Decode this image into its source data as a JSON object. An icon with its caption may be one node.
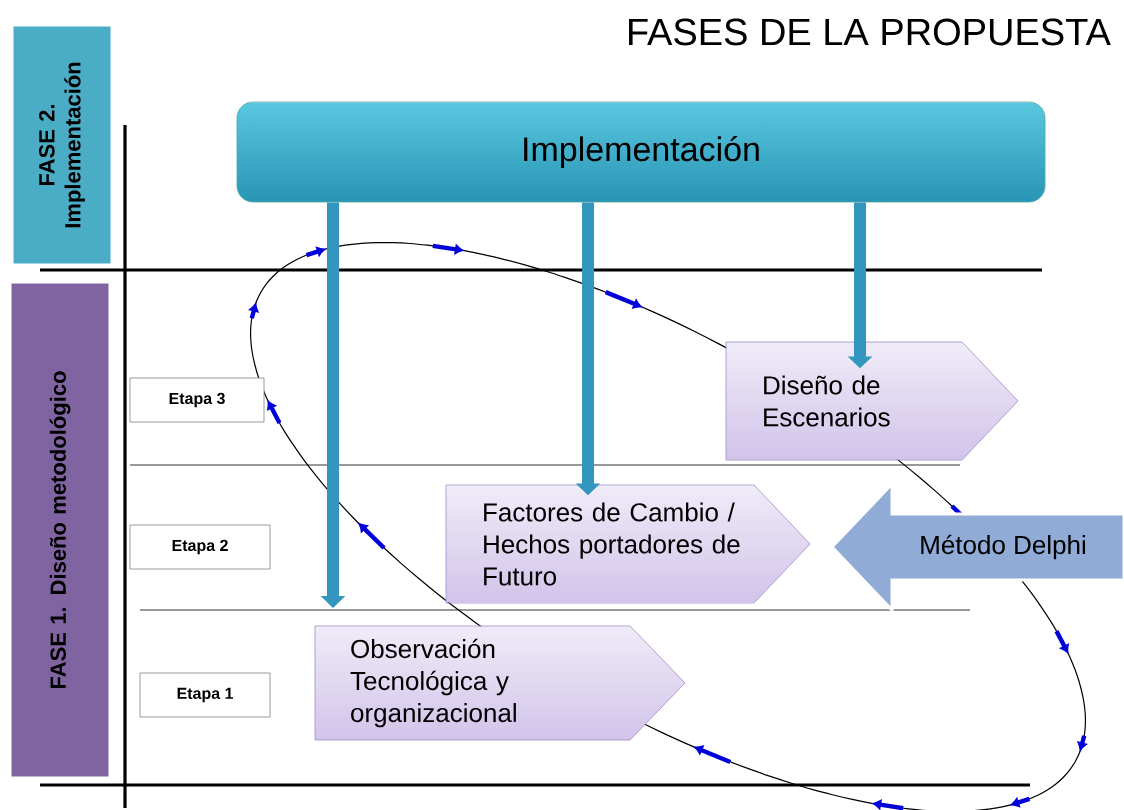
{
  "diagram": {
    "title": "FASES DE LA PROPUESTA",
    "nodes": [
      {
        "text": [
          "FASE 2. Implementación"
        ]
      },
      {
        "text": [
          "FASE 1. Diseño metodológico"
        ]
      },
      {
        "text": [
          "Implementación"
        ]
      },
      {
        "text": [
          "Etapa 3"
        ]
      },
      {
        "text": [
          "Etapa 2"
        ]
      },
      {
        "text": [
          "Etapa 1"
        ]
      },
      {
        "text": [
          "Diseño de Escenarios"
        ]
      },
      {
        "text": [
          "Factores de Cambio / Hechos portadores de Futuro"
        ]
      },
      {
        "text": [
          "Observación Tecnológica y organizacional"
        ]
      },
      {
        "text": [
          "Método Delphi"
        ]
      }
    ],
    "edges": [
      {
        "from": 2,
        "to": 8,
        "arrow": "to"
      },
      {
        "from": 2,
        "to": 7,
        "arrow": "to"
      },
      {
        "from": 2,
        "to": 6,
        "arrow": "to"
      }
    ]
  }
}
